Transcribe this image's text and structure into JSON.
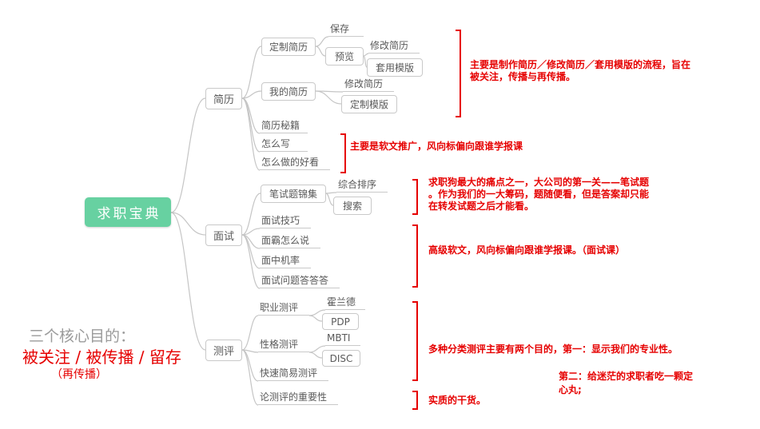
{
  "colors": {
    "root_bg": "#67d1a1",
    "red": "#e60000",
    "node_border": "#c9c9c9",
    "node_text": "#595959",
    "connector": "#c5c5c5",
    "footer_gray": "#9b9b9b"
  },
  "root": {
    "label": "求职宝典"
  },
  "branches": [
    {
      "label": "简历",
      "children": [
        {
          "label": "定制简历",
          "children": [
            {
              "label": "保存"
            },
            {
              "label": "预览",
              "children": [
                {
                  "label": "修改简历"
                },
                {
                  "label": "套用模版"
                }
              ]
            }
          ]
        },
        {
          "label": "我的简历",
          "children": [
            {
              "label": "修改简历"
            },
            {
              "label": "定制模版"
            }
          ]
        },
        {
          "label": "简历秘籍"
        },
        {
          "label": "怎么写"
        },
        {
          "label": "怎么做的好看"
        }
      ]
    },
    {
      "label": "面试",
      "children": [
        {
          "label": "笔试题锦集",
          "children": [
            {
              "label": "综合排序"
            },
            {
              "label": "搜索"
            }
          ]
        },
        {
          "label": "面试技巧"
        },
        {
          "label": "面霸怎么说"
        },
        {
          "label": "面中机率"
        },
        {
          "label": "面试问题答答答"
        }
      ]
    },
    {
      "label": "测评",
      "children": [
        {
          "label": "职业测评",
          "children": [
            {
              "label": "霍兰德"
            },
            {
              "label": "PDP"
            }
          ]
        },
        {
          "label": "性格测评",
          "children": [
            {
              "label": "MBTI"
            },
            {
              "label": "DISC"
            }
          ]
        },
        {
          "label": "快速简易测评"
        },
        {
          "label": "论测评的重要性"
        }
      ]
    }
  ],
  "annotations": {
    "resume_flow": "主要是制作简历／修改简历／套用模版的流程，旨在\n被关注，传播与再传播。",
    "soft_promo": "主要是软文推广，风向标偏向跟谁学报课",
    "written_test": "求职狗最大的痛点之一，大公司的第一关——笔试题\n。作为我们的一大筹码，题随便看，但是答案却只能\n在转发试题之后才能看。",
    "advanced_soft": "高级软文，风向标偏向跟谁学报课。（面试课）",
    "assessment_purpose_line1": "多种分类测评主要有两个目的，第一：显示我们的专业性。",
    "assessment_purpose_line2": "第二：给迷茫的求职者吃一颗定心丸;",
    "real_value": "实质的干货。"
  },
  "footer": {
    "title": "三个核心目的：",
    "goals": "被关注 / 被传播 / 留存",
    "sub": "（再传播）"
  }
}
